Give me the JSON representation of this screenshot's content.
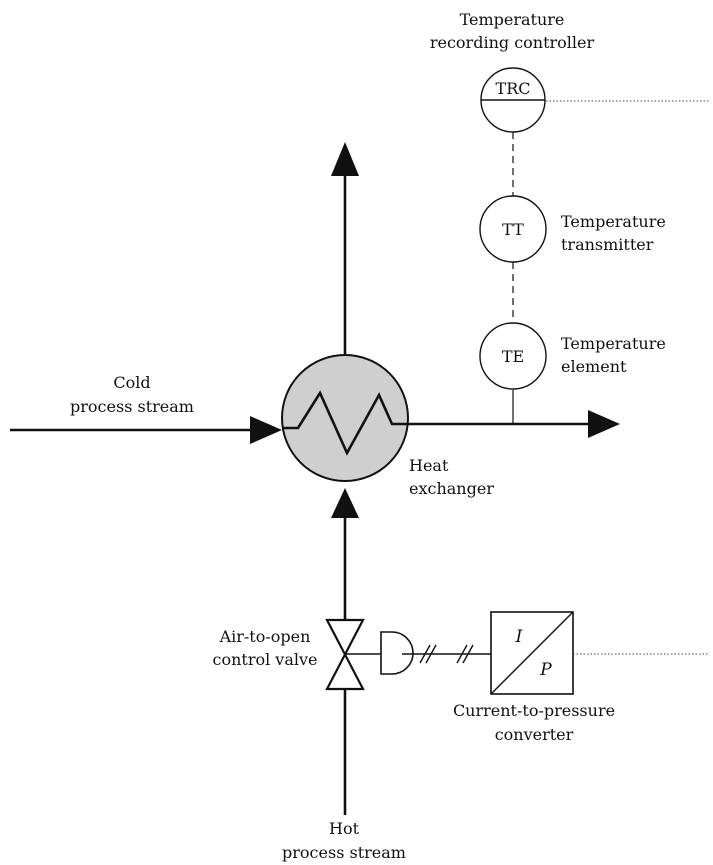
{
  "labels": {
    "trc_caption": [
      "Temperature",
      "recording controller"
    ],
    "tt_caption": [
      "Temperature",
      "transmitter"
    ],
    "te_caption": [
      "Temperature",
      "element"
    ],
    "cold_stream": [
      "Cold",
      "process stream"
    ],
    "heat_exchanger": [
      "Heat",
      "exchanger"
    ],
    "valve": [
      "Air-to-open",
      "control valve"
    ],
    "converter": [
      "Current-to-pressure",
      "converter"
    ],
    "hot_stream": [
      "Hot",
      "process stream"
    ]
  },
  "instruments": {
    "trc": "TRC",
    "tt": "TT",
    "te": "TE",
    "converter_in": "I",
    "converter_out": "P"
  },
  "colors": {
    "line": "#111111",
    "exchanger_fill": "#cfcfcf",
    "background": "#ffffff"
  }
}
